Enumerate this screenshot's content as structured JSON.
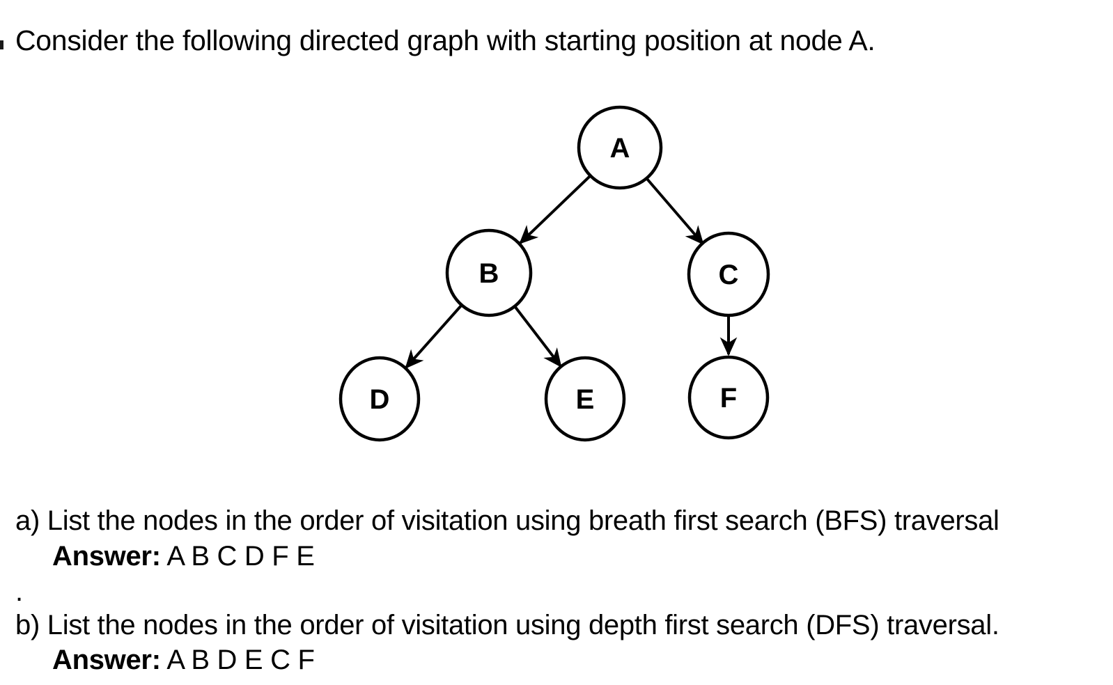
{
  "question": {
    "intro": "Consider the following directed graph with starting position at node A."
  },
  "graph": {
    "stroke_color": "#000000",
    "fill_color": "#ffffff",
    "nodes": [
      {
        "id": "A",
        "label": "A"
      },
      {
        "id": "B",
        "label": "B"
      },
      {
        "id": "C",
        "label": "C"
      },
      {
        "id": "D",
        "label": "D"
      },
      {
        "id": "E",
        "label": "E"
      },
      {
        "id": "F",
        "label": "F"
      }
    ],
    "edges": [
      {
        "from": "A",
        "to": "B"
      },
      {
        "from": "A",
        "to": "C"
      },
      {
        "from": "B",
        "to": "D"
      },
      {
        "from": "B",
        "to": "E"
      },
      {
        "from": "C",
        "to": "F"
      }
    ],
    "start_node": "A"
  },
  "qa": {
    "a": {
      "prompt": "a) List the nodes in the order of visitation using breath first search (BFS) traversal",
      "answer_label": "Answer:",
      "answer_value": "A B C D F E"
    },
    "stray_period": ".",
    "b": {
      "prompt": "b) List the nodes in the order of visitation using depth first search (DFS) traversal.",
      "answer_label": "Answer:",
      "answer_value": "A B D E C F"
    }
  }
}
